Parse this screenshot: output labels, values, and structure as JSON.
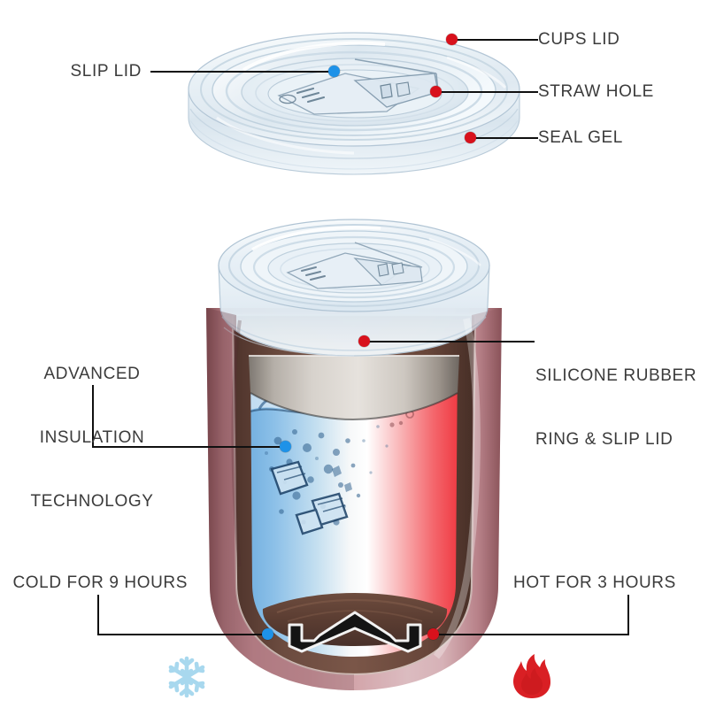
{
  "graphic": {
    "title": "Insulated Wine Tumbler Feature Diagram",
    "type": "product-infographic",
    "background_color": "#ffffff"
  },
  "callouts": [
    {
      "id": "slip-lid",
      "label": "SLIP LID",
      "side": "left",
      "marker": "blue",
      "marker_color": "#1e92e8",
      "target": "lid sliding closure"
    },
    {
      "id": "cups-lid",
      "label": "CUPS LID",
      "side": "right",
      "marker": "red",
      "marker_color": "#d8111c",
      "target": "clear lid outer rim"
    },
    {
      "id": "straw-hole",
      "label": "STRAW HOLE",
      "side": "right",
      "marker": "red",
      "marker_color": "#d8111c",
      "target": "lid drink opening"
    },
    {
      "id": "seal-gel",
      "label": "SEAL GEL",
      "side": "right",
      "marker": "red",
      "marker_color": "#d8111c",
      "target": "lid gasket skirt"
    },
    {
      "id": "advanced-insulation",
      "label_lines": [
        "ADVANCED",
        "INSULATION",
        "TECHNOLOGY"
      ],
      "side": "left",
      "marker": "blue",
      "marker_color": "#1e92e8",
      "target": "vacuum insulation wall"
    },
    {
      "id": "silicone-rubber-ring",
      "label_lines": [
        "SILICONE RUBBER",
        "RING & SLIP LID"
      ],
      "side": "right",
      "marker": "red",
      "marker_color": "#d8111c",
      "target": "silicone sealing ring under lid"
    },
    {
      "id": "cold-duration",
      "label": "COLD FOR 9 HOURS",
      "side": "left",
      "marker": "blue",
      "marker_color": "#1e92e8",
      "icon": "snowflake-icon",
      "icon_color": "#a8d8ee",
      "target": "tumbler base left"
    },
    {
      "id": "hot-duration",
      "label": "HOT FOR 3 HOURS",
      "side": "right",
      "marker": "red",
      "marker_color": "#d8111c",
      "icon": "flame-icon",
      "icon_color": "#d91f24",
      "target": "tumbler base right"
    }
  ],
  "product": {
    "lid": {
      "name": "clear slip lid",
      "material": "transparent plastic",
      "color": "#eef4f8"
    },
    "body": {
      "name": "stemless wine tumbler",
      "outer_wall_color": "#d49ba2",
      "outer_wall_highlight": "#f0d4d8",
      "insulation_color": "#6a4a3f",
      "collar_color": "#b9b2ab",
      "base_pad_color": "#5d3f34"
    },
    "contents": {
      "cold_side_color": "#7fb8e6",
      "hot_side_color": "#f0434b",
      "center_color": "#ffffff",
      "ice_cubes": true,
      "splash": true
    }
  },
  "specs": {
    "cold_retention_hours": 9,
    "hot_retention_hours": 3
  }
}
